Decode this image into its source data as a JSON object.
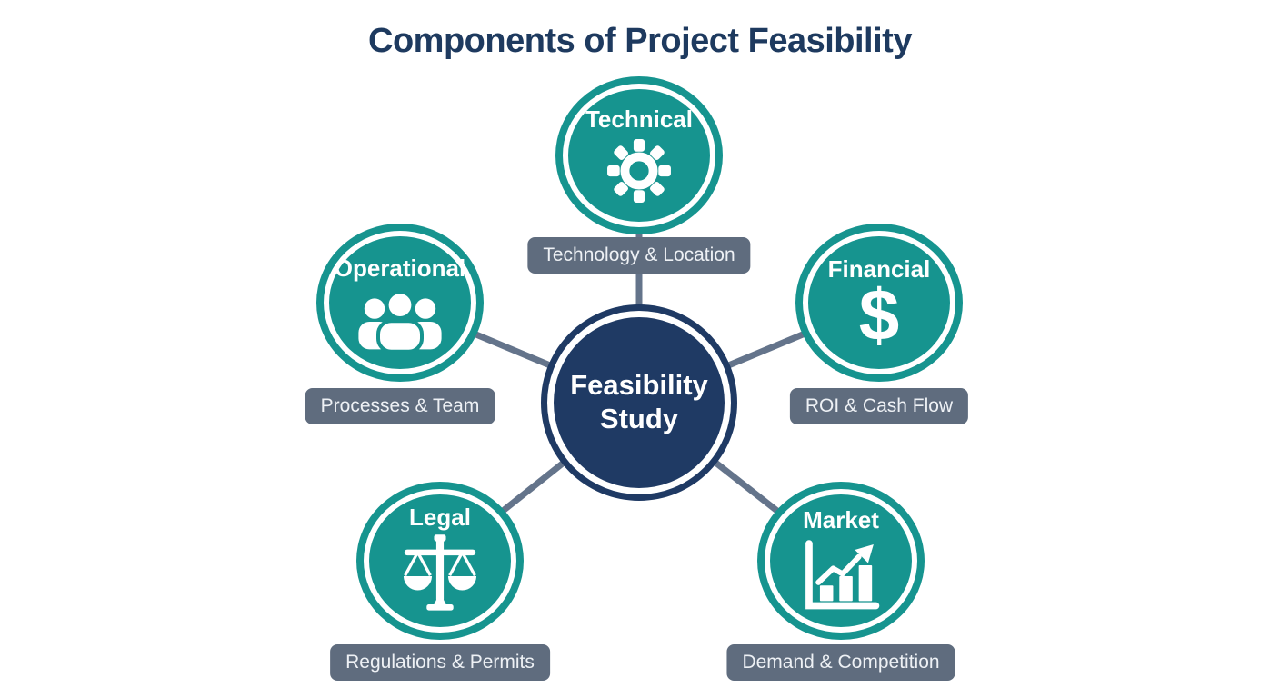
{
  "title": "Components of Project Feasibility",
  "colors": {
    "teal": "#16948f",
    "navy": "#1f3a64",
    "badge": "#5f6c7e",
    "line": "#64748b",
    "title": "#1e3a5f"
  },
  "hub": {
    "label_line1": "Feasibility",
    "label_line2": "Study"
  },
  "nodes": [
    {
      "id": "technical",
      "label": "Technical",
      "icon": "gear-icon",
      "badge": "Technology & Location"
    },
    {
      "id": "operational",
      "label": "Operational",
      "icon": "people-icon",
      "badge": "Processes & Team"
    },
    {
      "id": "financial",
      "label": "Financial",
      "icon": "dollar-icon",
      "badge": "ROI & Cash Flow",
      "icon_glyph": "$"
    },
    {
      "id": "legal",
      "label": "Legal",
      "icon": "scales-icon",
      "badge": "Regulations & Permits"
    },
    {
      "id": "market",
      "label": "Market",
      "icon": "bar-chart-arrow-icon",
      "badge": "Demand & Competition"
    }
  ]
}
